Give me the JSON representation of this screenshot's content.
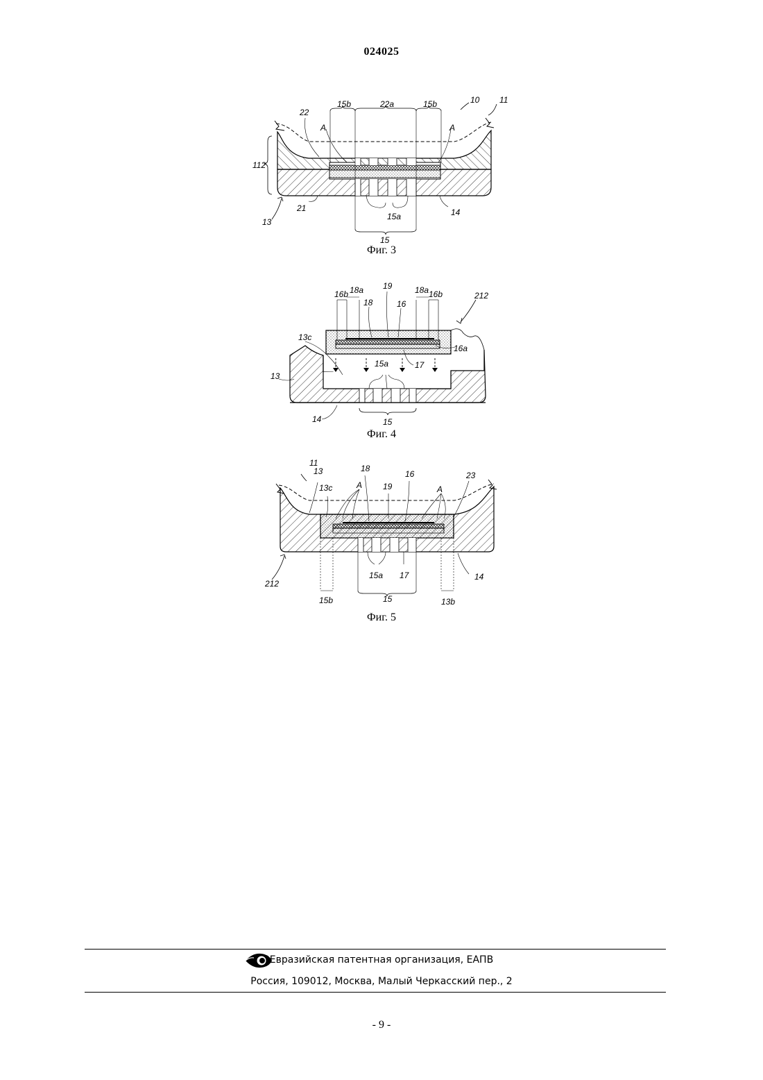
{
  "document": {
    "number": "024025",
    "page_number": "- 9 -"
  },
  "figures": {
    "fig3": {
      "caption": "Фиг. 3",
      "labels": {
        "l10": "10",
        "l11": "11",
        "l112": "112",
        "l13": "13",
        "l14": "14",
        "l15": "15",
        "l15a": "15a",
        "l15b_left": "15b",
        "l15b_right": "15b",
        "l21": "21",
        "l22": "22",
        "l22a": "22a",
        "lA_left": "A",
        "lA_right": "A"
      }
    },
    "fig4": {
      "caption": "Фиг. 4",
      "labels": {
        "l13": "13",
        "l13c": "13c",
        "l14": "14",
        "l15": "15",
        "l15a": "15a",
        "l16": "16",
        "l16a": "16a",
        "l16b_left": "16b",
        "l16b_right": "16b",
        "l17": "17",
        "l18": "18",
        "l18a_left": "18a",
        "l18a_right": "18a",
        "l19": "19",
        "l212": "212"
      }
    },
    "fig5": {
      "caption": "Фиг. 5",
      "labels": {
        "l11": "11",
        "l13": "13",
        "l13b": "13b",
        "l13c": "13c",
        "l14": "14",
        "l15": "15",
        "l15a": "15a",
        "l15b": "15b",
        "l16": "16",
        "l17": "17",
        "l18": "18",
        "l19": "19",
        "l212": "212",
        "l23": "23",
        "lA_left": "A",
        "lA_right": "A"
      }
    }
  },
  "footer": {
    "organization": "Евразийская патентная организация, ЕАПВ",
    "address": "Россия, 109012, Москва, Малый Черкасский пер., 2",
    "logo_icon": "eapo-eye-logo-icon"
  }
}
